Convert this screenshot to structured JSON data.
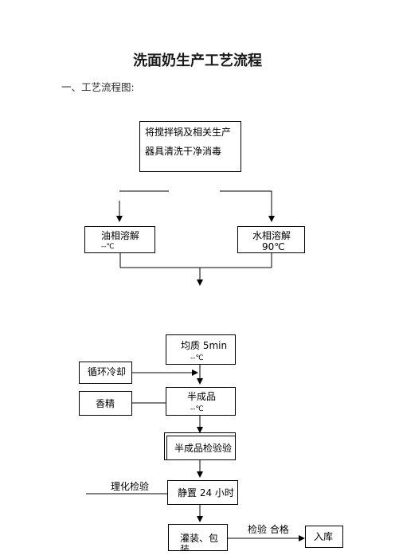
{
  "document": {
    "title": "洗面奶生产工艺流程",
    "section_heading": "一、工艺流程图:"
  },
  "flow": {
    "clean": {
      "line1": "将搅拌锅及相关生产",
      "line2": "器具清洗干净消毒"
    },
    "oil_phase": {
      "line1": "油相溶解",
      "line2": "--℃"
    },
    "water_phase": {
      "line1": "水相溶解",
      "line2": "90℃"
    },
    "homogenize": {
      "line1": "均质 5min",
      "line2": "--℃"
    },
    "cooling": "循环冷却",
    "fragrance": "香精",
    "semi_product": {
      "line1": "半成品",
      "line2": "--℃"
    },
    "semi_inspection": "半成品检验验",
    "physchem_label": "理化检验",
    "stand": "静置 24 小时",
    "filling": "灌装、包装",
    "inspection_pass_label": "检验  合格",
    "warehouse": "入库"
  }
}
